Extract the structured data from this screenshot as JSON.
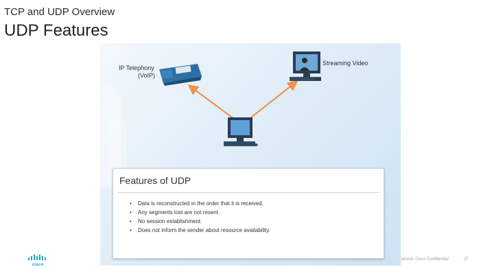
{
  "header": {
    "section": "TCP and UDP Overview",
    "title": "UDP Features"
  },
  "diagram": {
    "voip_label_line1": "IP Telephony",
    "voip_label_line2": "(VoIP)",
    "video_label": "Streaming Video"
  },
  "card": {
    "title": "Features of UDP",
    "bullets": [
      "Data is reconstructed in the order that it is received.",
      "Any segments lost are not resent.",
      "No session establishment.",
      "Does not inform the sender about resource availability."
    ]
  },
  "footer": {
    "confidential": "served.   Cisco Confidential",
    "page_number": "27",
    "logo_text": "cisco"
  },
  "colors": {
    "arrow": "#f0934d",
    "logo": "#1ba0d7"
  }
}
